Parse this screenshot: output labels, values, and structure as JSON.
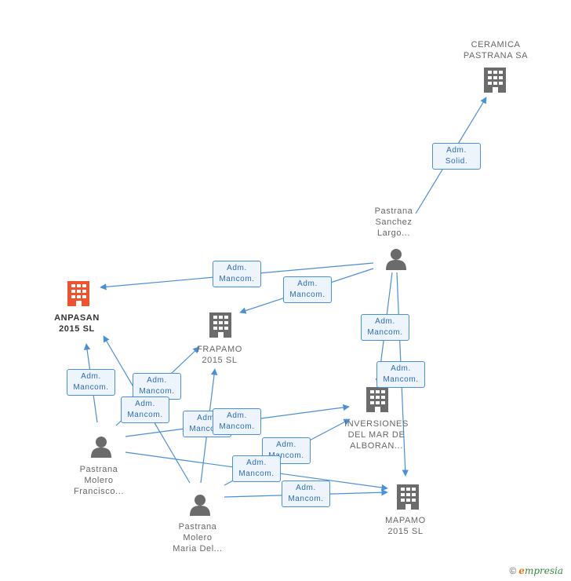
{
  "colors": {
    "edge": "#4a8fd9",
    "company": "#6b6b6b",
    "company_main": "#f0522d",
    "person": "#6b6b6b"
  },
  "nodes": [
    {
      "id": "ceramica",
      "kind": "company",
      "lines": [
        "CERAMICA",
        "PASTRANA SA"
      ]
    },
    {
      "id": "pastrana_sanchez",
      "kind": "person",
      "lines": [
        "Pastrana",
        "Sanchez",
        "Largo..."
      ]
    },
    {
      "id": "anpasan",
      "kind": "company-main",
      "lines": [
        "ANPASAN",
        "2015 SL"
      ]
    },
    {
      "id": "frapamo",
      "kind": "company",
      "lines": [
        "FRAPAMO",
        "2015 SL"
      ]
    },
    {
      "id": "inversiones",
      "kind": "company",
      "lines": [
        "INVERSIONES",
        "DEL MAR DE",
        "ALBORAN..."
      ]
    },
    {
      "id": "pastrana_molero_f",
      "kind": "person",
      "lines": [
        "Pastrana",
        "Molero",
        "Francisco..."
      ]
    },
    {
      "id": "pastrana_molero_m",
      "kind": "person",
      "lines": [
        "Pastrana",
        "Molero",
        "Maria Del..."
      ]
    },
    {
      "id": "mapamo",
      "kind": "company",
      "lines": [
        "MAPAMO",
        "2015 SL"
      ]
    }
  ],
  "edge_labels": [
    [
      "Adm.",
      "Solid."
    ],
    [
      "Adm.",
      "Mancom."
    ],
    [
      "Adm.",
      "Mancom."
    ],
    [
      "Adm.",
      "Mancom."
    ],
    [
      "Adm.",
      "Mancom."
    ],
    [
      "Adm.",
      "Mancom."
    ],
    [
      "Adm.",
      "Mancom."
    ],
    [
      "Adm.",
      "Mancom."
    ],
    [
      "Adm.",
      "Mancom."
    ],
    [
      "Adm.",
      "Mancom."
    ],
    [
      "Adm.",
      "Mancom."
    ],
    [
      "Adm.",
      "Mancom."
    ],
    [
      "Adm.",
      "Mancom."
    ]
  ],
  "credit": {
    "symbol": "©",
    "brand_initial": "e",
    "brand_rest": "mpresia"
  }
}
